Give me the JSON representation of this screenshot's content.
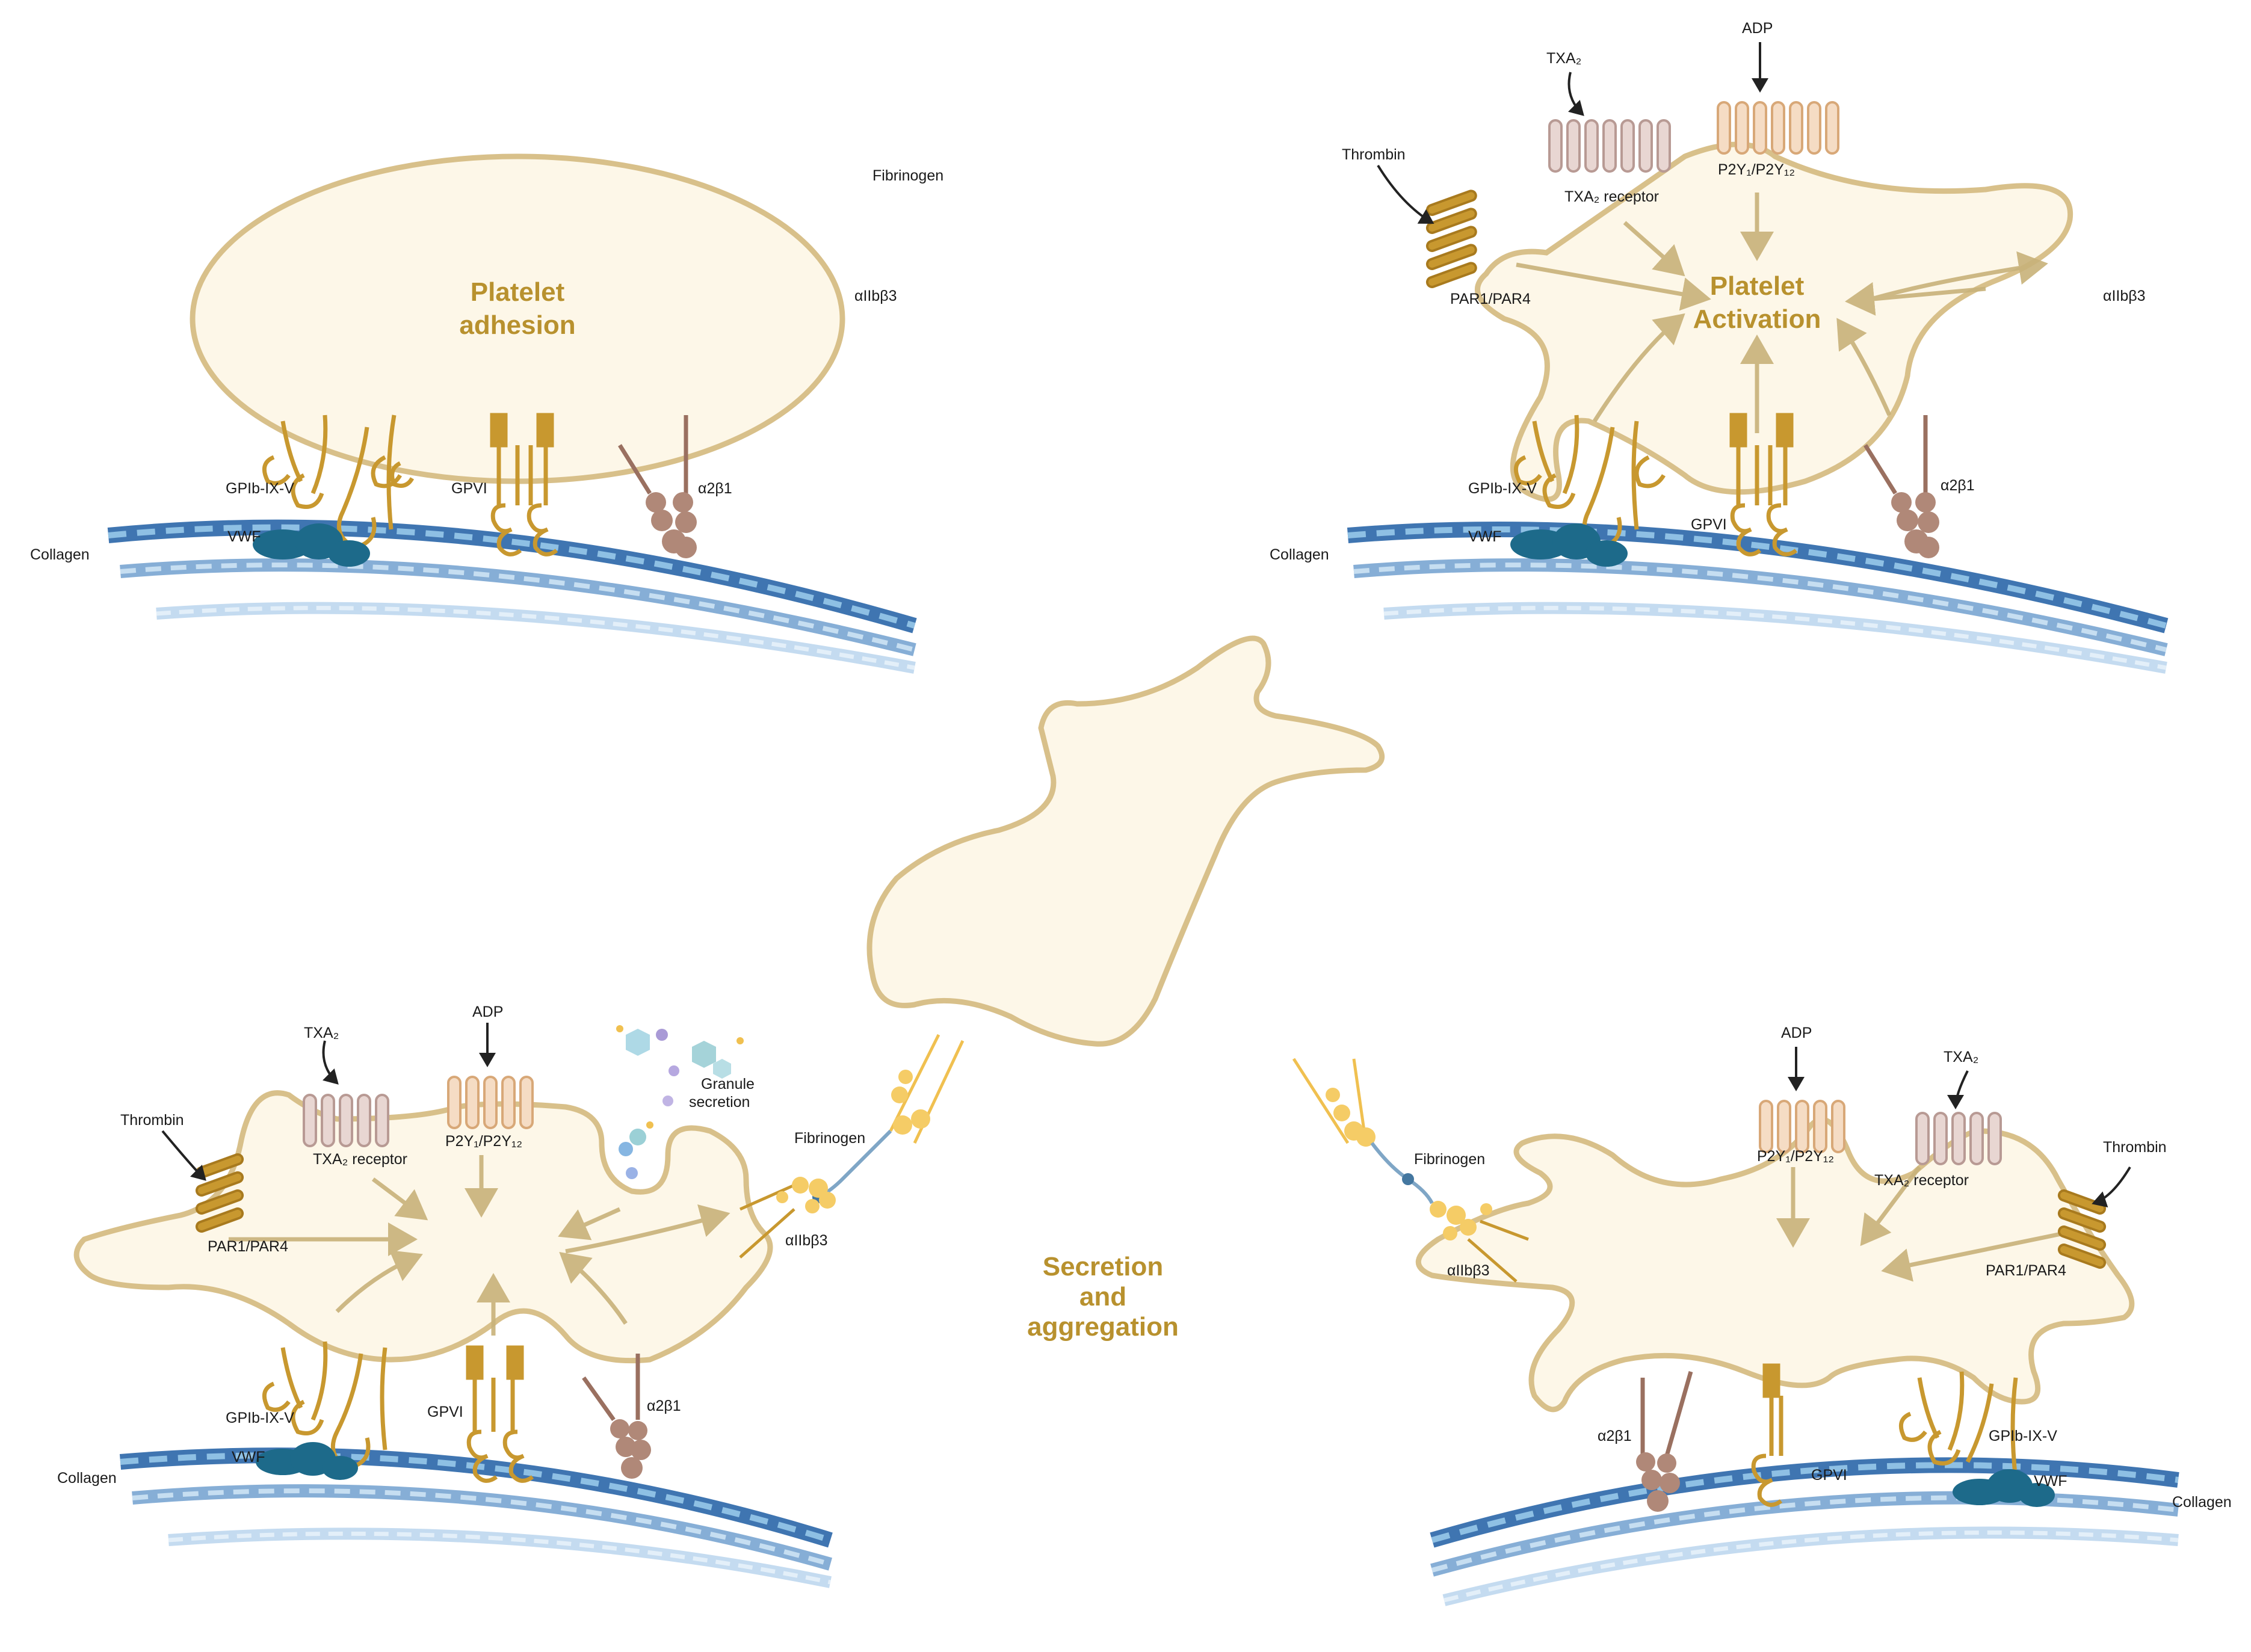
{
  "colors": {
    "cell_fill": "#fdf7e8",
    "cell_stroke": "#d8c08a",
    "title": "#b8912e",
    "arrow": "#c8b27a",
    "receptor_gold": "#c8982f",
    "receptor_peach": "#e8c8a8",
    "receptor_mauve": "#d9c2c0",
    "integrin_brown": "#b08878",
    "vwf_blue": "#1d6a8a",
    "fibrinogen_yellow": "#f0c050",
    "collagen_dark": "#2a66a8",
    "collagen_light": "#8ec0e4"
  },
  "panels": {
    "adhesion": {
      "title_line1": "Platelet",
      "title_line2": "adhesion",
      "label_fibrinogen": "Fibrinogen",
      "label_integrin": "αIIbβ3",
      "label_gpib": "GPIb-IX-V",
      "label_vwf": "VWF",
      "label_gpvi": "GPVI",
      "label_a2b1": "α2β1",
      "label_collagen": "Collagen"
    },
    "activation": {
      "title_line1": "Platelet",
      "title_line2": "Activation",
      "label_txa2": "TXA₂",
      "label_adp": "ADP",
      "label_thrombin": "Thrombin",
      "label_txa2_receptor": "TXA₂ receptor",
      "label_p2y": "P2Y₁/P2Y₁₂",
      "label_par": "PAR1/PAR4",
      "label_integrin": "αIIbβ3",
      "label_gpib": "GPIb-IX-V",
      "label_vwf": "VWF",
      "label_gpvi": "GPVI",
      "label_a2b1": "α2β1",
      "label_collagen": "Collagen"
    },
    "secretion": {
      "title_line1": "Secretion",
      "title_line2": "and",
      "title_line3": "aggregation"
    },
    "bottom_left": {
      "label_txa2": "TXA₂",
      "label_adp": "ADP",
      "label_granule_1": "Granule",
      "label_granule_2": "secretion",
      "label_thrombin": "Thrombin",
      "label_txa2_receptor": "TXA₂ receptor",
      "label_p2y": "P2Y₁/P2Y₁₂",
      "label_par": "PAR1/PAR4",
      "label_fibrinogen": "Fibrinogen",
      "label_integrin": "αIIbβ3",
      "label_gpib": "GPIb-IX-V",
      "label_vwf": "VWF",
      "label_gpvi": "GPVI",
      "label_a2b1": "α2β1",
      "label_collagen": "Collagen"
    },
    "bottom_right": {
      "label_adp": "ADP",
      "label_txa2": "TXA₂",
      "label_thrombin": "Thrombin",
      "label_p2y": "P2Y₁/P2Y₁₂",
      "label_txa2_receptor": "TXA₂ receptor",
      "label_fibrinogen": "Fibrinogen",
      "label_integrin": "αIIbβ3",
      "label_par": "PAR1/PAR4",
      "label_a2b1": "α2β1",
      "label_gpvi": "GPVI",
      "label_gpib": "GPIb-IX-V",
      "label_vwf": "VWF",
      "label_collagen": "Collagen"
    }
  }
}
